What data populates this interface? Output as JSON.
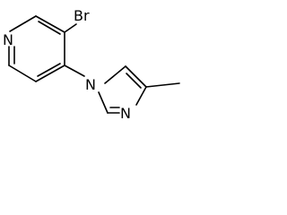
{
  "molecule": {
    "atoms": {
      "br": "Br",
      "n_pyridine": "N",
      "n_imidazole_1": "N",
      "n_imidazole_3": "N"
    }
  }
}
